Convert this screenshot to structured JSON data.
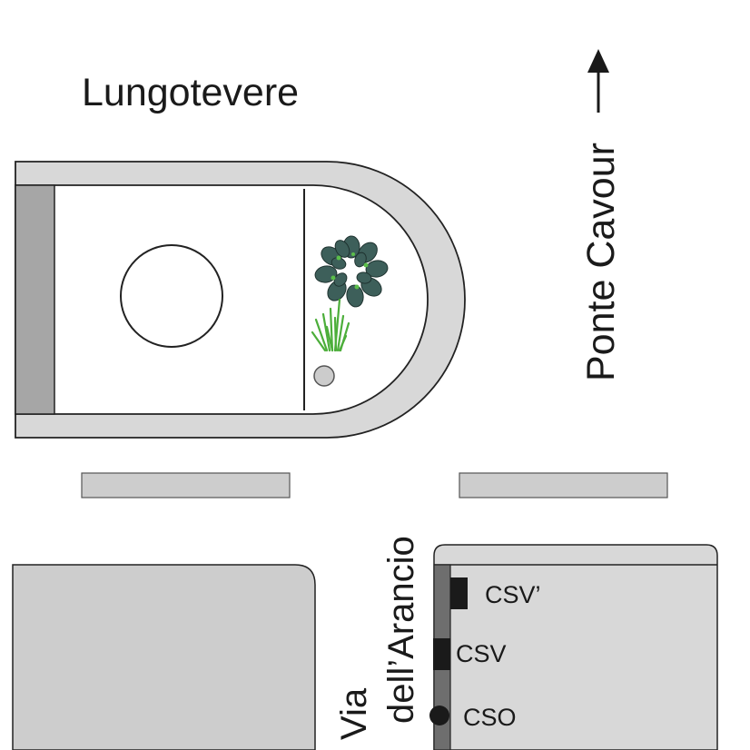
{
  "labels": {
    "lungotevere": "Lungotevere",
    "ponte_cavour": "Ponte Cavour",
    "via_line1": "Via",
    "via_line2": "dell’Arancio"
  },
  "markers": [
    {
      "id": "csv-prime",
      "label": "CSV’",
      "shape": "rectangle"
    },
    {
      "id": "csv",
      "label": "CSV",
      "shape": "rectangle"
    },
    {
      "id": "cso",
      "label": "CSO",
      "shape": "circle"
    }
  ],
  "colors": {
    "street_border": "#222222",
    "sidewalk": "#d8d8d8",
    "building": "#cdcdcd",
    "strip_dark": "#a6a6a6",
    "facade": "#6e6e6e",
    "marker": "#1a1a1a",
    "foliage": "#3d5f5a",
    "grass": "#4cae3a"
  },
  "icons": {
    "arrow": "arrow-up-icon",
    "tree": "tree-icon",
    "grass": "grass-icon",
    "drain": "manhole-icon"
  }
}
